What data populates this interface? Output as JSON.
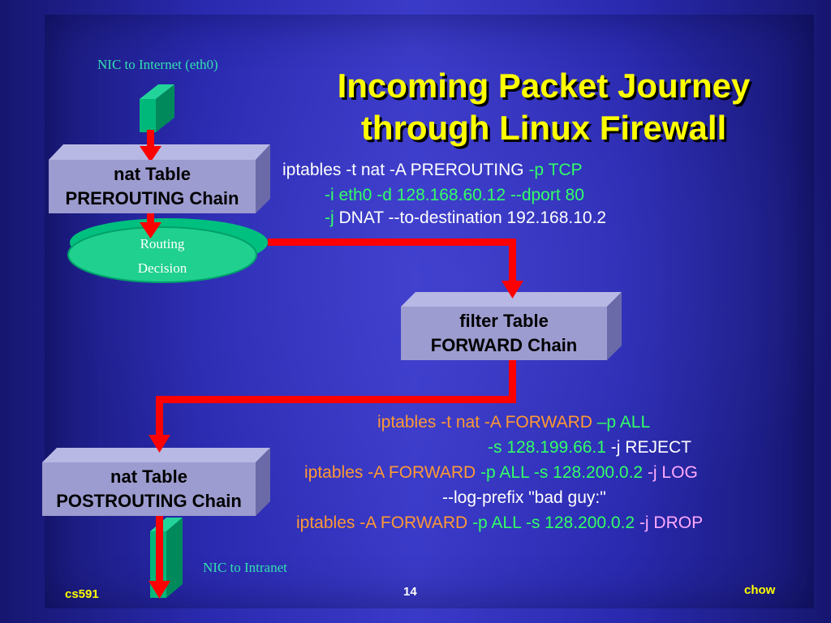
{
  "title": {
    "line1": "Incoming Packet Journey",
    "line2": "through Linux Firewall"
  },
  "nic_internet": "NIC to Internet (eth0)",
  "nic_intranet": "NIC to Intranet",
  "boxes": {
    "nat_prerouting": {
      "line1": "nat Table",
      "line2": "PREROUTING Chain"
    },
    "filter_forward": {
      "line1": "filter Table",
      "line2": "FORWARD Chain"
    },
    "nat_postrouting": {
      "line1": "nat Table",
      "line2": "POSTROUTING Chain"
    }
  },
  "routing_decision": {
    "line1": "Routing",
    "line2": "Decision"
  },
  "prerouting_cmd": {
    "line1_a": "iptables -t nat -A PREROUTING ",
    "line1_b": "-p TCP",
    "line2": "-i eth0 -d 128.168.60.12 --dport 80",
    "line3_a": "-j ",
    "line3_b": "DNAT --to-destination 192.168.10.2"
  },
  "forward_cmds": {
    "l1_a": "iptables -t nat -A FORWARD ",
    "l1_b": "–p ALL",
    "l2_a": "-s 128.199.66.1 ",
    "l2_b": "-j REJECT",
    "l3_a": "iptables -A FORWARD ",
    "l3_b": "-p ALL -s 128.200.0.2 ",
    "l3_c": "-j LOG",
    "l4": "--log-prefix \"bad guy:\"",
    "l5_a": "iptables -A FORWARD ",
    "l5_b": "-p ALL -s 128.200.0.2 ",
    "l5_c": "-j DROP"
  },
  "footer": {
    "left": "cs591",
    "page": "14",
    "right": "chow"
  },
  "colors": {
    "title": "#ffff00",
    "accent_green": "#33ff66",
    "accent_orange": "#ff9933",
    "accent_pink": "#ffaaff",
    "arrow_red": "#ff0000",
    "box_fill": "#9c9cd0",
    "nic_teal": "#00b87a"
  },
  "icons": [
    "arrow-icon",
    "nic-block-icon",
    "routing-disc-icon"
  ]
}
